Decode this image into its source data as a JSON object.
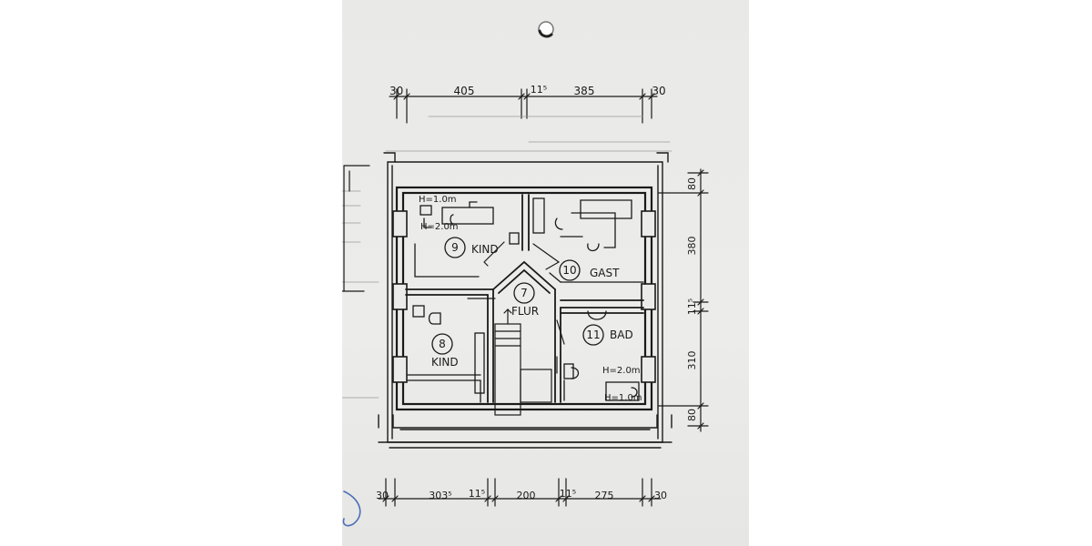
{
  "dimensions": {
    "top": [
      "30",
      "405",
      "11⁵",
      "385",
      "30"
    ],
    "right": [
      "80",
      "380",
      "11⁵",
      "310",
      "80"
    ],
    "bottom": [
      "30",
      "303⁵",
      "11⁵",
      "200",
      "11⁵",
      "275",
      "30"
    ]
  },
  "rooms": [
    {
      "number": "9",
      "name": "KIND"
    },
    {
      "number": "10",
      "name": "GAST"
    },
    {
      "number": "7",
      "name": "FLUR"
    },
    {
      "number": "8",
      "name": "KIND"
    },
    {
      "number": "11",
      "name": "BAD"
    }
  ],
  "notes": {
    "kind9_h1": "H=1.0m",
    "kind9_h2": "H=2.0m",
    "bad_h1": "H=2.0m",
    "bad_h2": "H=1.0m"
  },
  "colors": {
    "paper": "#ebebe9",
    "ink": "#1a1a1a",
    "pen_blue": "#4a6fb5"
  }
}
